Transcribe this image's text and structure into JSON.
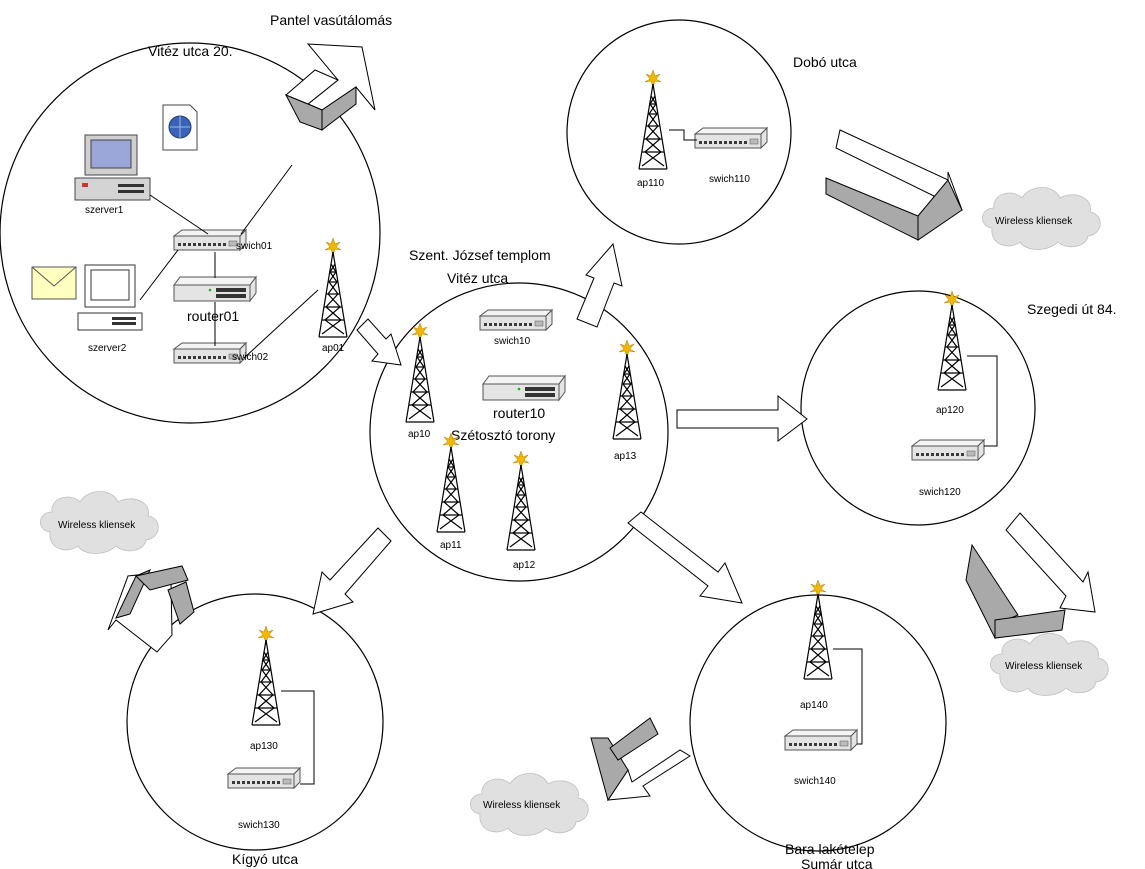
{
  "sites": {
    "vitez": {
      "name": "Vitéz utca 20."
    },
    "pantel": {
      "name": "Pantel vasútálomás"
    },
    "dobo": {
      "name": "Dobó utca"
    },
    "szent": {
      "name_line1": "Szent. József templom",
      "name_line2": "Vitéz utca",
      "center": "Szétosztó torony"
    },
    "szegedi": {
      "name": "Szegedi út 84."
    },
    "kigyo": {
      "name": "Kígyó utca"
    },
    "bara": {
      "name_line1": "Bara lakótelep",
      "name_line2": "Sumár utca"
    }
  },
  "devices": {
    "szerver1": "szerver1",
    "szerver2": "szerver2",
    "swich01": "swich01",
    "router01": "router01",
    "swich02": "swich02",
    "ap01": "ap01",
    "swich10": "swich10",
    "router10": "router10",
    "ap10": "ap10",
    "ap11": "ap11",
    "ap12": "ap12",
    "ap13": "ap13",
    "ap110": "ap110",
    "swich110": "swich110",
    "ap120": "ap120",
    "swich120": "swich120",
    "ap130": "ap130",
    "swich130": "swich130",
    "ap140": "ap140",
    "swich140": "swich140"
  },
  "clouds": {
    "c1": "Wireless kliensek",
    "c2": "Wireless kliensek",
    "c3": "Wireless kliensek",
    "c4": "Wireless kliensek"
  },
  "colors": {
    "antenna_spark": "#f2b700",
    "bent_arrow": "#a9a9a9",
    "cloud": "#e0e0e0"
  }
}
